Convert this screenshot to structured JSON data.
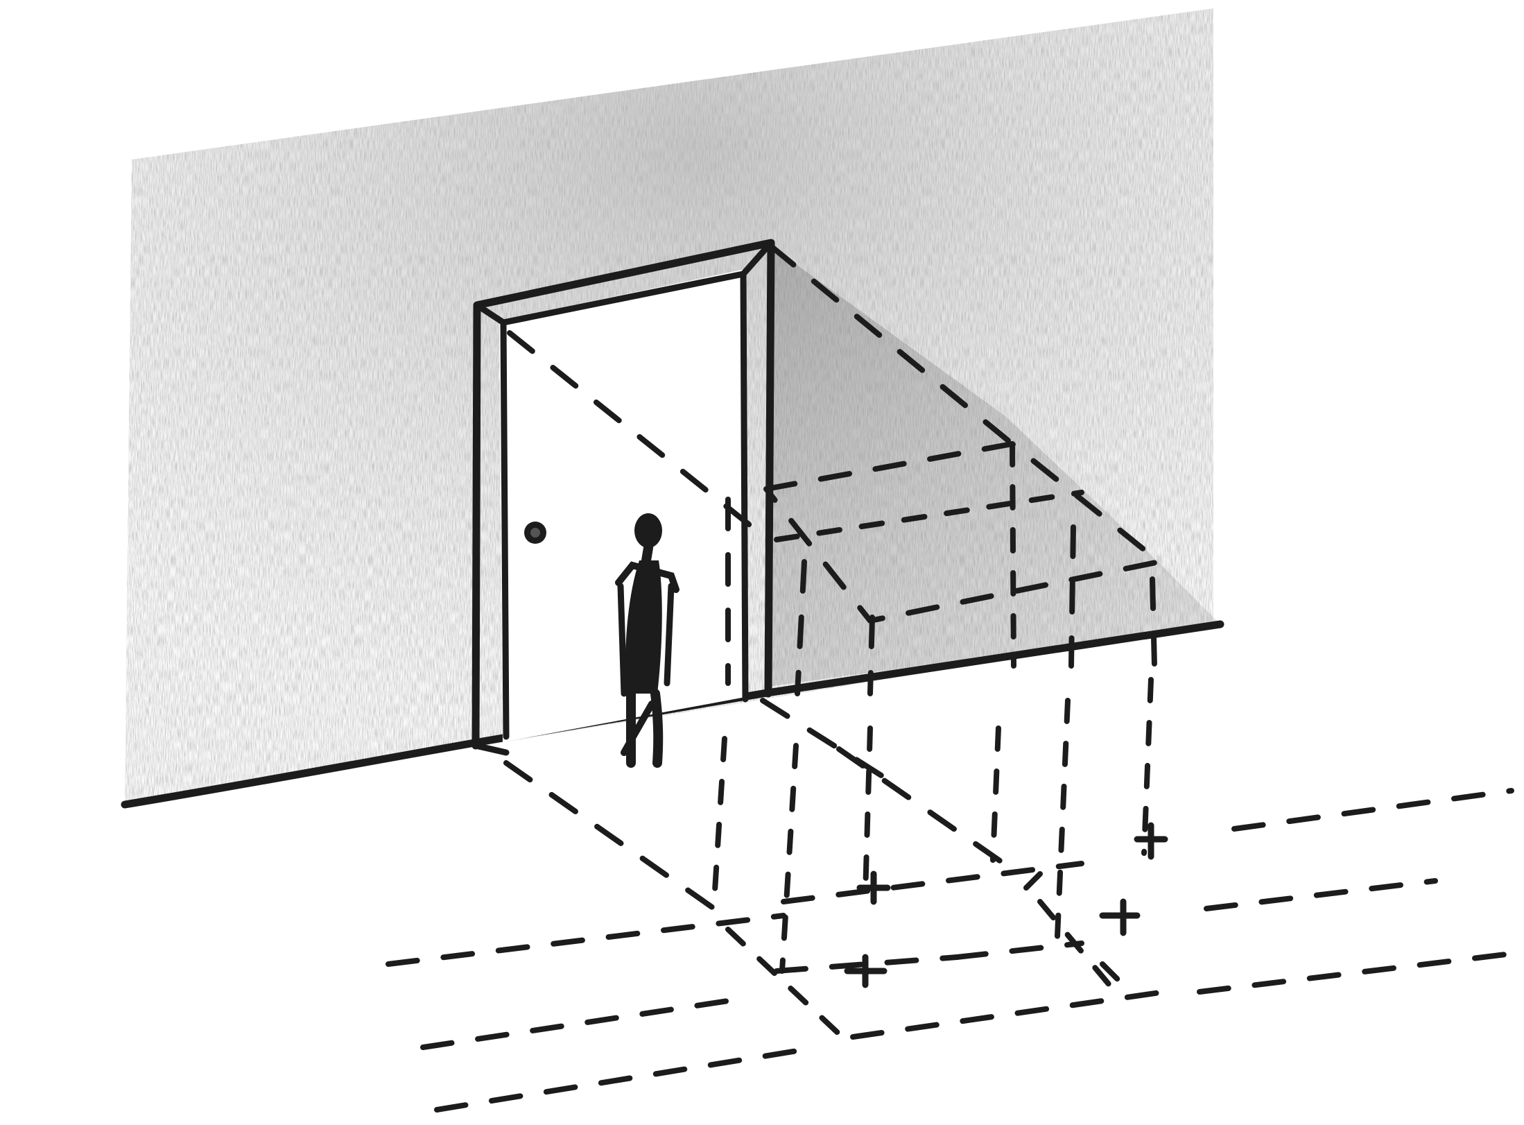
{
  "scene": {
    "subject_icons": {
      "wall": "shaded-wall",
      "door": "open-doorway",
      "person": "standing-figure",
      "projection": "dashed-perspective-box",
      "floor": "dashed-floor-grid"
    },
    "colors": {
      "paper": "#ffffff",
      "ink": "#1c1c1c",
      "graphite_dark": "#6a6a6a",
      "graphite_light": "#c9c9c9"
    }
  }
}
